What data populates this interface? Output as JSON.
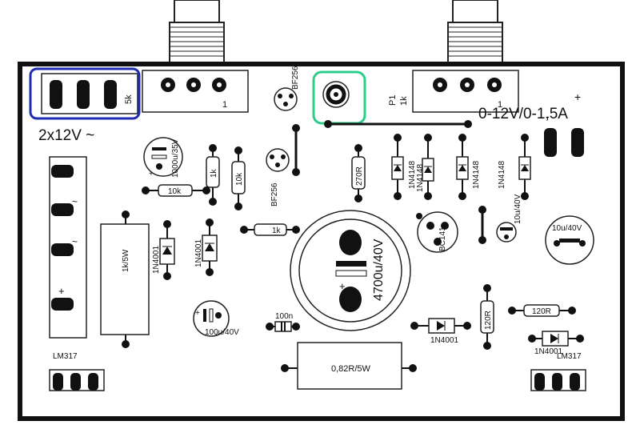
{
  "board": {
    "supply_label": "2x12V ~",
    "output_label": "0-12V/0-1,5A",
    "highlight_blue": "#1f2bb0",
    "highlight_green": "#2ecc8a"
  },
  "components": {
    "pot_left_value": "5k",
    "pot_mid_number": "1",
    "pot_right_name": "P1",
    "pot_right_value": "1k",
    "pot_right_number": "1",
    "transistor_top": "BF256",
    "transistor_mid": "BF256",
    "transistor_right": "BC141",
    "cap_small_top": "1000u/35V",
    "cap_small_mid": "100u/40V",
    "cap_right": "10u/40V",
    "cap_right2": "10u/40V",
    "cap_big": "4700u/40V",
    "cap_100n": "100n",
    "res_10k_h": "10k",
    "res_1k_v": "1k",
    "res_10k_v": "10k",
    "res_1k_h": "1k",
    "res_270r": "270R",
    "res_1k5w": "1k/5W",
    "res_082r": "0,82R/5W",
    "res_120r_v": "120R",
    "res_120r_h": "120R",
    "diode_1n4148_a": "1N4148",
    "diode_1n4148_b": "1N4148",
    "diode_1n4148_c": "1N4148",
    "diode_1n4148_d": "1N4148",
    "diode_1n4001_a": "1N4001",
    "diode_1n4001_b": "1N4001",
    "diode_1n4001_c": "1N4001",
    "diode_1n4001_d": "1N4001",
    "reg_left": "LM317",
    "reg_right": "LM317",
    "plus_sign": "+"
  }
}
